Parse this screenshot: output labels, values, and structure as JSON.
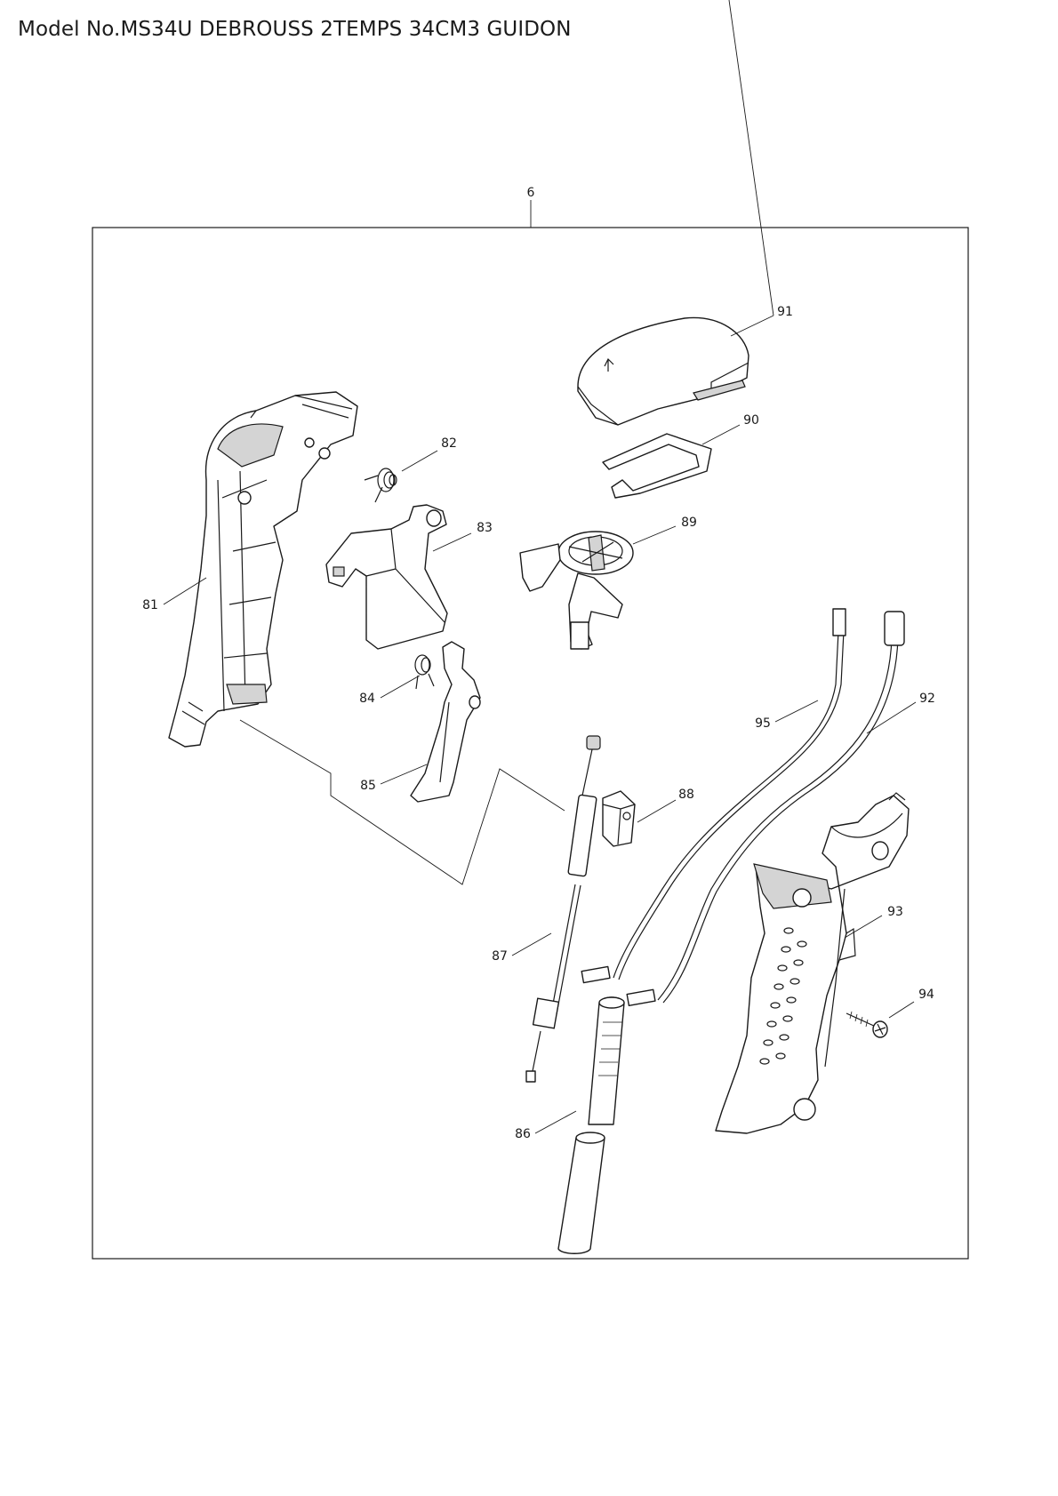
{
  "page": {
    "title": "Model No.MS34U DEBROUSS 2TEMPS 34CM3 GUIDON"
  },
  "assembly": {
    "number": "6"
  },
  "parts": {
    "p81": "81",
    "p82": "82",
    "p83": "83",
    "p84": "84",
    "p85": "85",
    "p86": "86",
    "p87": "87",
    "p88": "88",
    "p89": "89",
    "p90": "90",
    "p91": "91",
    "p92": "92",
    "p93": "93",
    "p94": "94",
    "p95": "95"
  }
}
